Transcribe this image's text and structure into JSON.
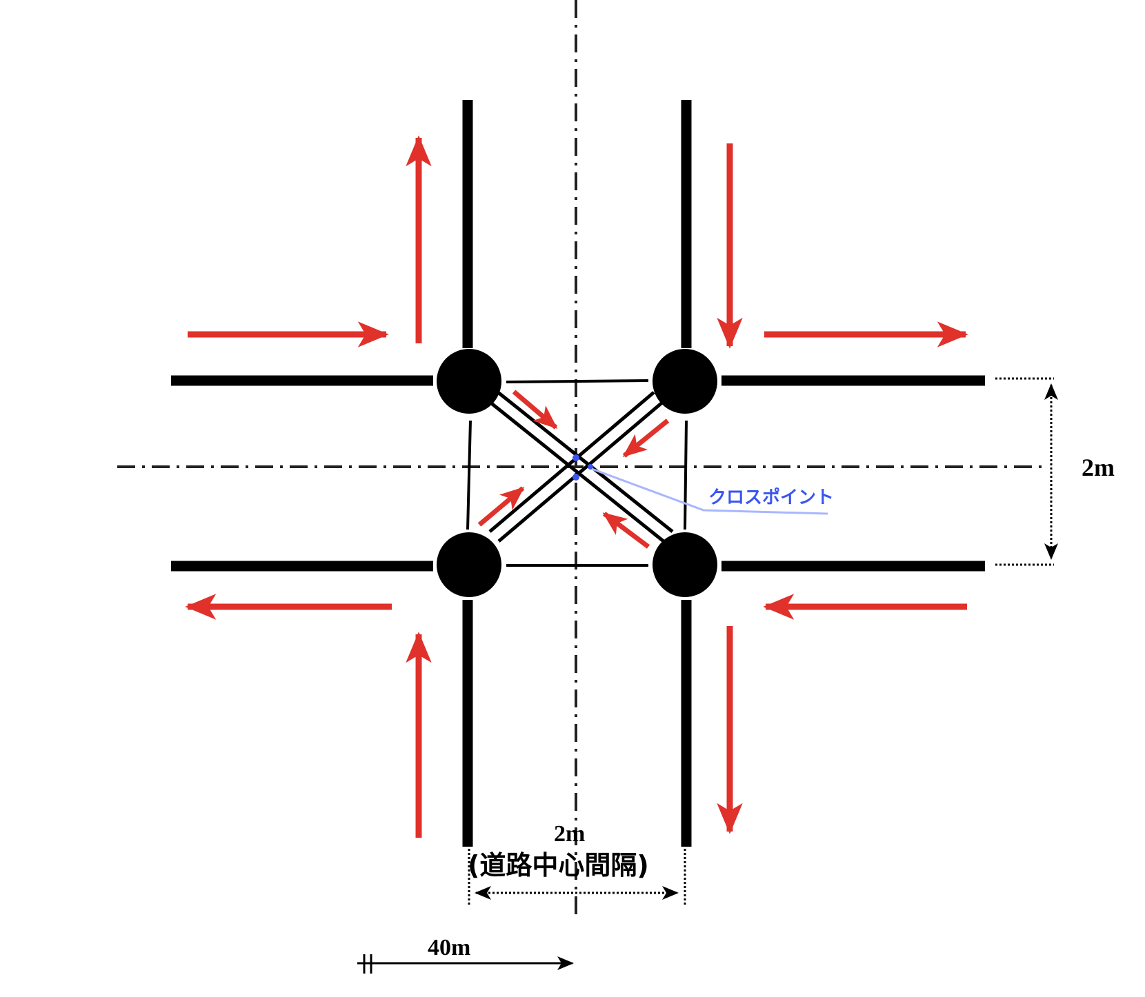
{
  "labels": {
    "crosspoint": "クロスポイント",
    "vertical_gap": "2m",
    "horizontal_gap": "2m",
    "horizontal_gap_note": "(道路中心間隔)",
    "distance": "40m"
  },
  "colors": {
    "road": "#000000",
    "flow_arrow": "#e0312b",
    "crosspoint": "#3a55f0",
    "crosspoint_leader": "#a9b6ff",
    "dimension": "#000000"
  },
  "icons": {
    "node": "filled-circle",
    "flow": "red-arrow",
    "centerline": "dash-dot-line",
    "dimension": "double-headed-arrow"
  }
}
